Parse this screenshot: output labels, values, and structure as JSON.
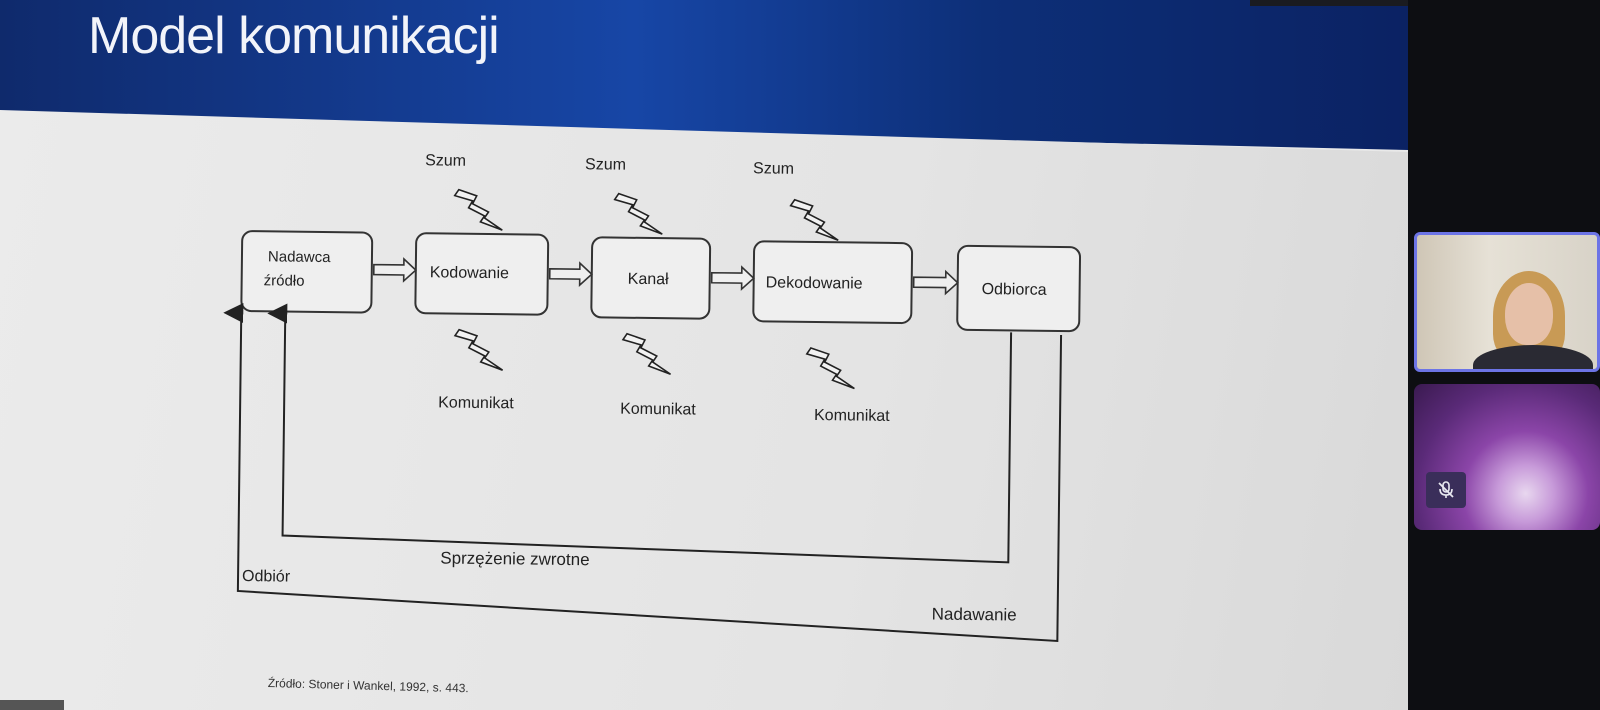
{
  "slide": {
    "title": "Model komunikacji",
    "source": "Źródło: Stoner i Wankel, 1992, s. 443."
  },
  "diagram": {
    "boxes": [
      {
        "line1": "Nadawca",
        "line2": "źródło"
      },
      {
        "line1": "Kodowanie"
      },
      {
        "line1": "Kanał"
      },
      {
        "line1": "Dekodowanie"
      },
      {
        "line1": "Odbiorca"
      }
    ],
    "noise_labels": [
      "Szum",
      "Szum",
      "Szum"
    ],
    "message_labels": [
      "Komunikat",
      "Komunikat",
      "Komunikat"
    ],
    "feedback_label": "Sprzężenie zwrotne",
    "receive_label": "Odbiór",
    "send_label": "Nadawanie"
  },
  "call": {
    "icons": {
      "mic": "mic-off-icon"
    },
    "colors": {
      "active_speaker_border": "#6c74e6"
    }
  }
}
